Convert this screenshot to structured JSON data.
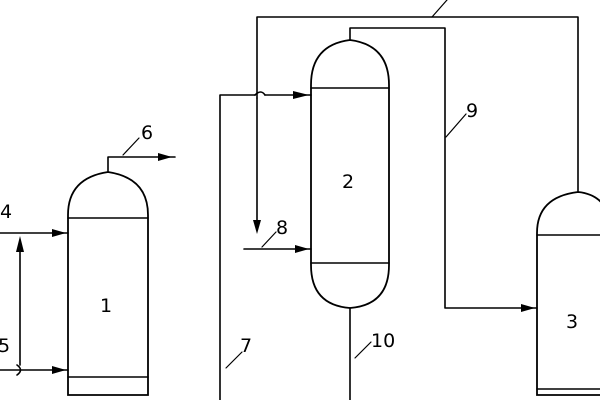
{
  "vessels": {
    "v1": "1",
    "v2": "2",
    "v3": "3"
  },
  "streams": {
    "s4": "4",
    "s5": "5",
    "s6": "6",
    "s7": "7",
    "s8": "8",
    "s9": "9",
    "s10": "10"
  }
}
